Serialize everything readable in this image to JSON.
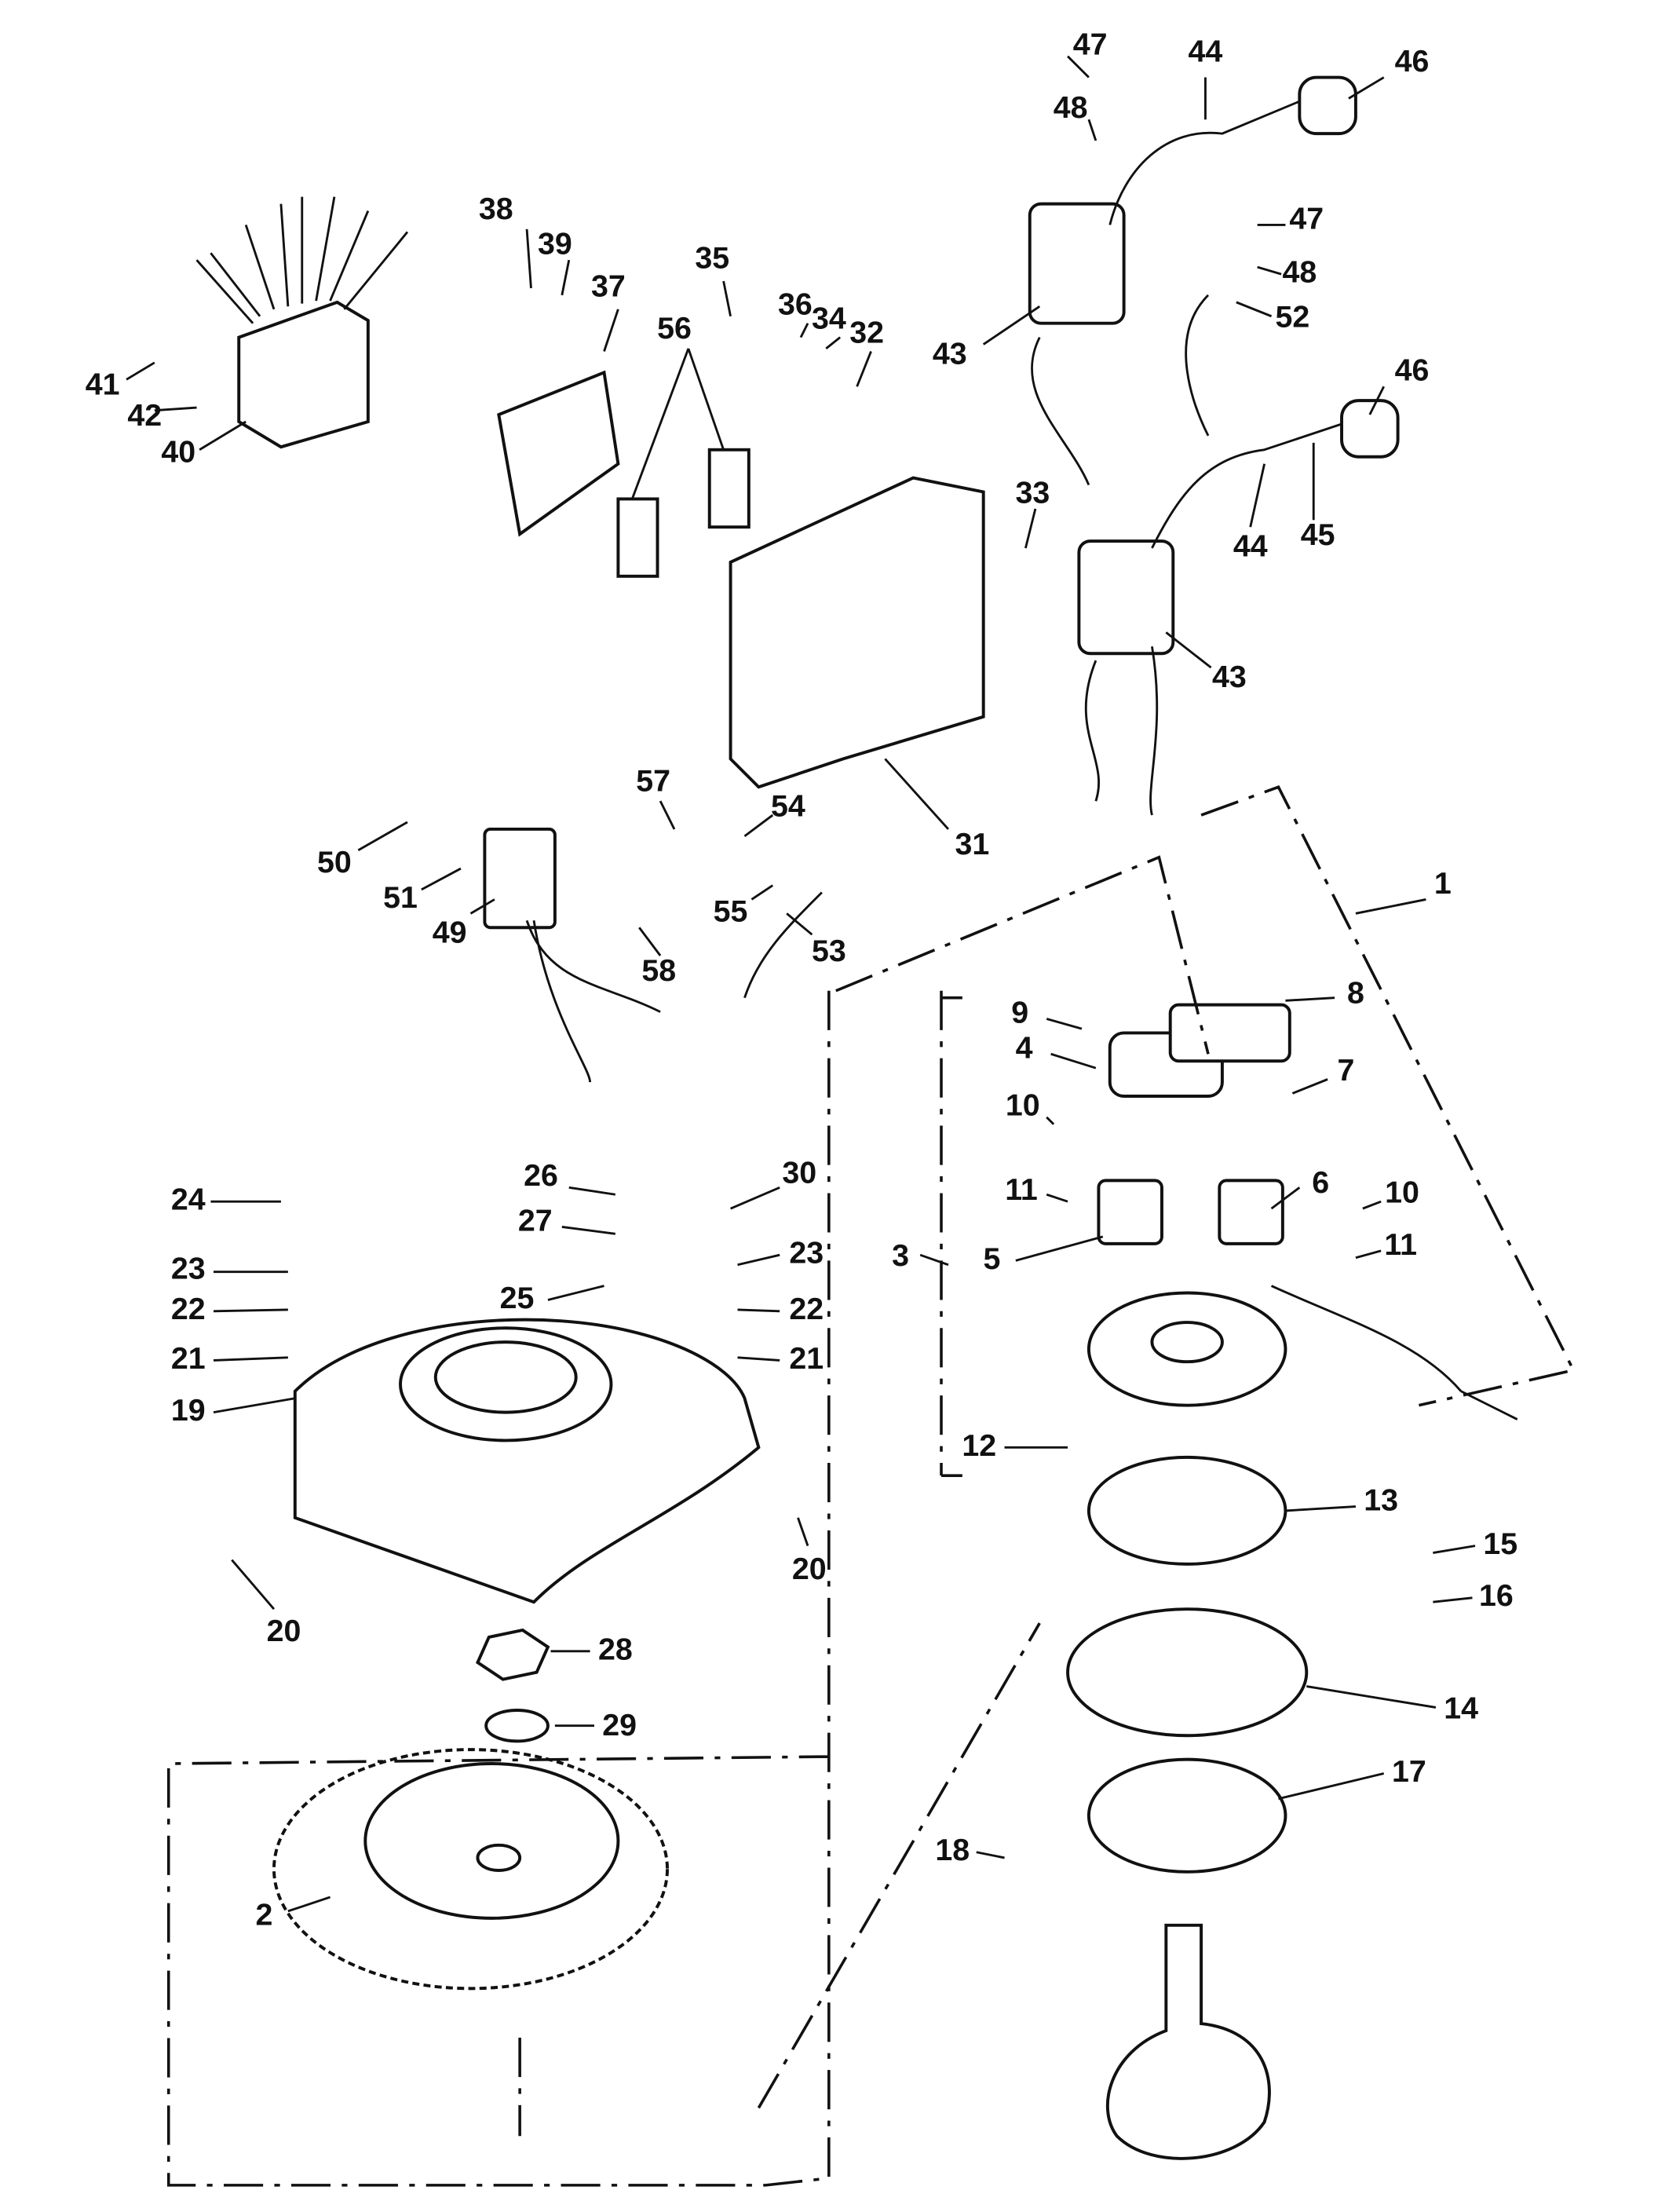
{
  "diagram": {
    "type": "exploded parts diagram",
    "line_color": "#111111",
    "background": "#ffffff",
    "labels": [
      "47",
      "44",
      "46",
      "48",
      "47",
      "48",
      "52",
      "46",
      "38",
      "39",
      "37",
      "35",
      "36",
      "34",
      "32",
      "56",
      "43",
      "41",
      "42",
      "40",
      "33",
      "44",
      "45",
      "43",
      "31",
      "57",
      "54",
      "50",
      "51",
      "49",
      "58",
      "55",
      "53",
      "1",
      "9",
      "8",
      "4",
      "7",
      "10",
      "11",
      "10",
      "6",
      "11",
      "3",
      "5",
      "26",
      "27",
      "25",
      "24",
      "30",
      "23",
      "22",
      "21",
      "19",
      "23",
      "22",
      "21",
      "12",
      "13",
      "15",
      "16",
      "14",
      "20",
      "20",
      "28",
      "29",
      "17",
      "18",
      "2"
    ]
  }
}
